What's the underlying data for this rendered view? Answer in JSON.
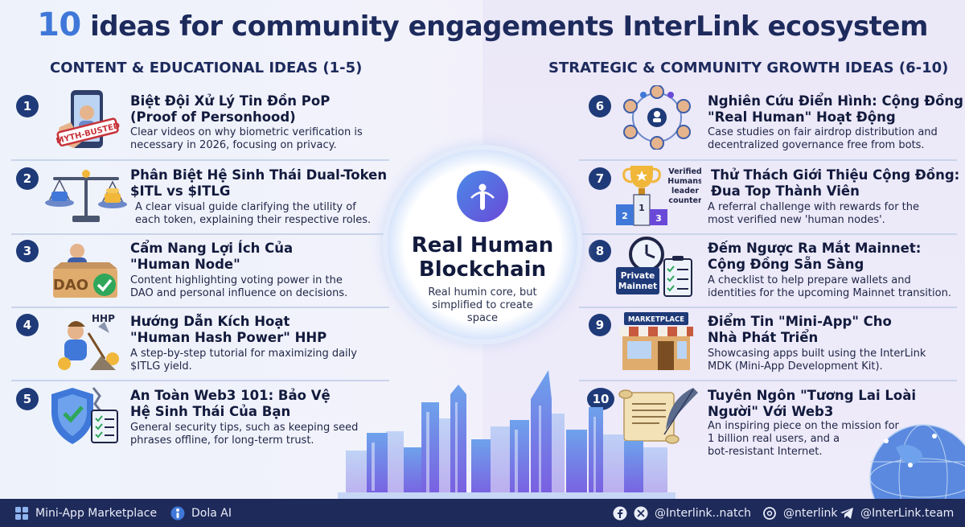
{
  "title": {
    "number": "10",
    "rest": " ideas for community engagements InterLink ecosystem"
  },
  "columns": {
    "left_heading": "CONTENT & EDUCATIONAL IDEAS (1-5)",
    "right_heading": "STRATEGIC & COMMUNITY GROWTH IDEAS (6-10)"
  },
  "ideas": [
    {
      "num": "1",
      "head1": "Biệt Đội Xử Lý Tin Đồn PoP",
      "head2": "(Proof of Personhood)",
      "desc1": "Clear videos on why biometric verification is",
      "desc2": "necessary in 2026, focusing on privacy.",
      "icon": "phone-myth-busted-icon",
      "stamp": "MYTH-BUSTED"
    },
    {
      "num": "2",
      "head1": "Phân Biệt Hệ Sinh Thái Dual-Token",
      "head2": "$ITL vs $ITLG",
      "desc1": "A clear visual guide clarifying the utility of",
      "desc2": "each token, explaining their respective roles.",
      "icon": "balance-scale-icon"
    },
    {
      "num": "3",
      "head1": "Cẩm Nang Lợi Ích Của",
      "head2": "\"Human Node\"",
      "desc1": "Content highlighting voting power in the",
      "desc2": "DAO and personal influence on decisions.",
      "icon": "dao-ballot-box-icon",
      "box_label": "DAO"
    },
    {
      "num": "4",
      "head1": "Hướng Dẫn Kích Hoạt",
      "head2": "\"Human Hash Power\" HHP",
      "desc1": "A step-by-step tutorial for maximizing daily",
      "desc2": "$ITLG yield.",
      "icon": "miner-icon",
      "tag": "HHP"
    },
    {
      "num": "5",
      "head1": "An Toàn Web3 101: Bảo Vệ",
      "head2": "Hệ Sinh Thái Của Bạn",
      "desc1": "General security tips, such as keeping seed",
      "desc2": "phrases offline, for long-term trust.",
      "icon": "shield-checklist-icon"
    },
    {
      "num": "6",
      "head1": "Nghiên Cứu Điển Hình: Cộng Đồng",
      "head2": "\"Real Human\" Hoạt Động",
      "desc1": "Case studies on fair airdrop distribution and",
      "desc2": "decentralized governance free from bots.",
      "icon": "community-network-icon"
    },
    {
      "num": "7",
      "head1": "Thử Thách Giới Thiệu Cộng Đồng:",
      "head2": "Đua Top Thành Viên",
      "desc1": "A referral challenge with rewards for the",
      "desc2": "most verified new 'human nodes'.",
      "icon": "trophy-podium-icon",
      "caption1": "Verified",
      "caption2": "Humans",
      "caption3": "leader",
      "caption4": "counter",
      "podium": [
        "2",
        "1",
        "3"
      ]
    },
    {
      "num": "8",
      "head1": "Đếm Ngược Ra Mắt Mainnet:",
      "head2": "Cộng Đồng Sẵn Sàng",
      "desc1": "A checklist to help prepare wallets and",
      "desc2": "identities for the upcoming Mainnet transition.",
      "icon": "clock-checklist-icon",
      "label1": "Private",
      "label2": "Mainnet"
    },
    {
      "num": "9",
      "head1": "Điểm Tin \"Mini-App\" Cho",
      "head2": "Nhà Phát Triển",
      "desc1": "Showcasing apps built using the InterLink",
      "desc2": "MDK (Mini-App Development Kit).",
      "icon": "marketplace-store-icon",
      "sign": "MARKETPLACE"
    },
    {
      "num": "10",
      "head1": "Tuyên Ngôn \"Tương Lai Loài",
      "head2": "Người\" Với Web3",
      "desc1": "An inspiring piece on the mission for",
      "desc2": "1 billion real users, and a",
      "desc3": "bot-resistant Internet.",
      "icon": "scroll-quill-icon"
    }
  ],
  "center": {
    "title1": "Real Human",
    "title2": "Blockchain",
    "sub1": "Real humin core, but",
    "sub2": "simplified to create",
    "sub3": "space"
  },
  "footer": {
    "marketplace": "Mini-App Marketplace",
    "dola": "Dola AI",
    "social": "@Interlink..natch",
    "threads": "@nterlink",
    "telegram": "@InterLink.team"
  },
  "colors": {
    "navy": "#1f3a78",
    "accent": "#3f78d9",
    "footer_bg": "#1e2a5a"
  }
}
